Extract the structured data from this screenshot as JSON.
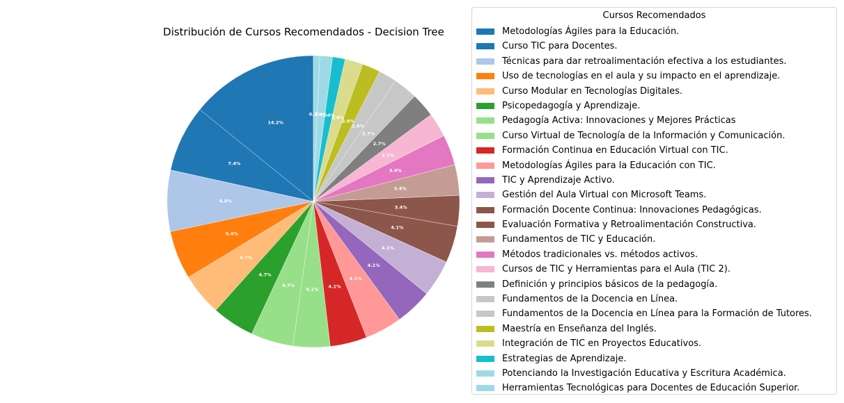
{
  "chart_data": {
    "type": "pie",
    "title": "Distribución de Cursos Recomendados - Decision Tree",
    "legend_title": "Cursos Recomendados",
    "legend_placement": "right",
    "start_angle_deg": 90,
    "direction": "counterclockwise",
    "slices": [
      {
        "label": "Metodologías Ágiles para la Educación.",
        "value": 14.2,
        "color": "#1f77b4"
      },
      {
        "label": "Curso TIC para Docentes.",
        "value": 7.4,
        "color": "#1f77b4"
      },
      {
        "label": "Técnicas para dar retroalimentación efectiva a los estudiantes.",
        "value": 6.8,
        "color": "#aec7e8"
      },
      {
        "label": "Uso de tecnologías en el aula y su impacto en el aprendizaje.",
        "value": 5.4,
        "color": "#ff7f0e"
      },
      {
        "label": "Curso Modular en Tecnologías Digitales.",
        "value": 4.7,
        "color": "#ffbb78"
      },
      {
        "label": "Psicopedagogía y Aprendizaje.",
        "value": 4.7,
        "color": "#2ca02c"
      },
      {
        "label": "Pedagogía Activa: Innovaciones y Mejores Prácticas",
        "value": 4.7,
        "color": "#98df8a"
      },
      {
        "label": "Curso Virtual de Tecnología de la Información y Comunicación.",
        "value": 4.1,
        "color": "#98df8a"
      },
      {
        "label": "Formación Continua en Educación Virtual con TIC.",
        "value": 4.1,
        "color": "#d62728"
      },
      {
        "label": "Metodologías Ágiles para la Educación con TIC.",
        "value": 4.1,
        "color": "#ff9896"
      },
      {
        "label": "TIC y Aprendizaje Activo.",
        "value": 4.1,
        "color": "#9467bd"
      },
      {
        "label": "Gestión del Aula Virtual con Microsoft Teams.",
        "value": 4.1,
        "color": "#c5b0d5"
      },
      {
        "label": "Formación Docente Continua: Innovaciones Pedagógicas.",
        "value": 4.1,
        "color": "#8c564b"
      },
      {
        "label": "Evaluación Formativa y Retroalimentación Constructiva.",
        "value": 3.4,
        "color": "#8c564b"
      },
      {
        "label": "Fundamentos de TIC y Educación.",
        "value": 3.4,
        "color": "#c49c94"
      },
      {
        "label": "Métodos tradicionales vs. métodos activos.",
        "value": 3.4,
        "color": "#e377c2"
      },
      {
        "label": "Cursos de TIC y Herramientas para el Aula (TIC 2).",
        "value": 2.7,
        "color": "#f7b6d2"
      },
      {
        "label": "Definición y principios básicos de la pedagogía.",
        "value": 2.7,
        "color": "#7f7f7f"
      },
      {
        "label": "Fundamentos de la Docencia en Línea.",
        "value": 2.7,
        "color": "#c7c7c7"
      },
      {
        "label": "Fundamentos de la Docencia en Línea para la Formación de Tutores.",
        "value": 2.0,
        "color": "#c7c7c7"
      },
      {
        "label": "Maestría en Enseñanza del Inglés.",
        "value": 2.0,
        "color": "#bcbd22"
      },
      {
        "label": "Integración de TIC en Proyectos Educativos.",
        "value": 2.0,
        "color": "#dbdb8d"
      },
      {
        "label": "Estrategias de Aprendizaje.",
        "value": 1.4,
        "color": "#17becf"
      },
      {
        "label": "Potenciando la Investigación Educativa y Escritura Académica.",
        "value": 1.4,
        "color": "#9edae5"
      },
      {
        "label": "Herramientas Tecnológicas para Docentes de Educación Superior.",
        "value": 0.7,
        "color": "#9edae5"
      }
    ]
  }
}
